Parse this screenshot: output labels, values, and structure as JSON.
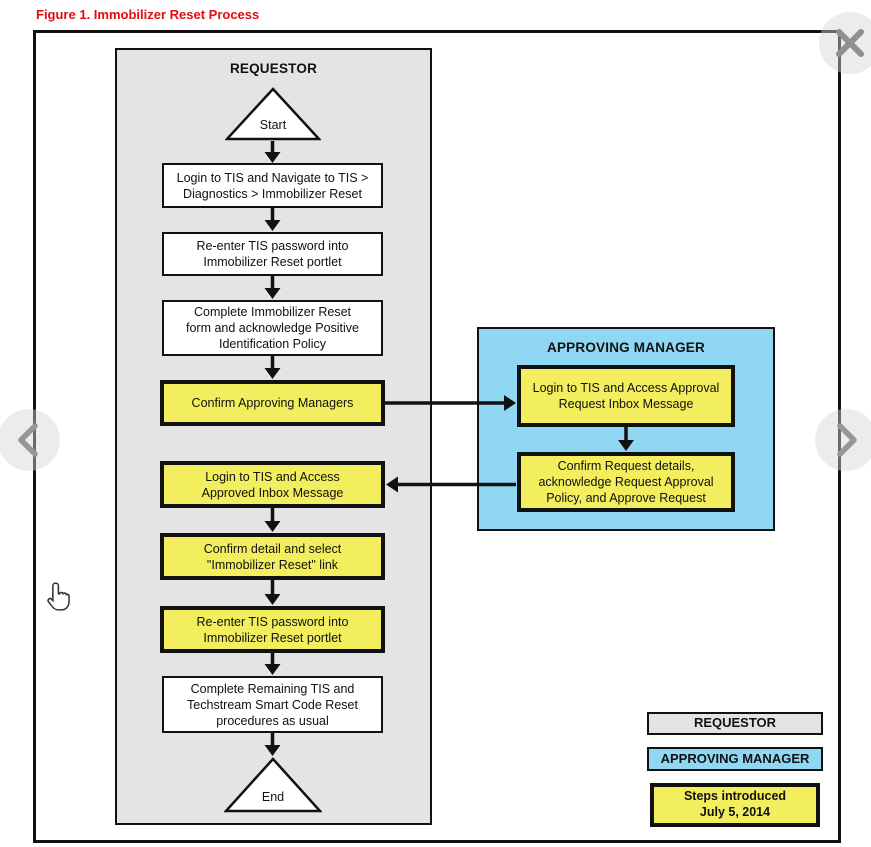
{
  "title": "Figure 1. Immobilizer Reset Process",
  "colors": {
    "title_red": "#e50b12",
    "lane_gray": "#e4e4e4",
    "lane_blue": "#90d7f3",
    "step_yellow": "#f2ee5e",
    "border_black": "#111111",
    "control_gray": "#8f8f8f"
  },
  "lanes": {
    "requestor": {
      "label": "REQUESTOR"
    },
    "approving_manager": {
      "label": "APPROVING MANAGER"
    }
  },
  "flow": {
    "start_label": "Start",
    "end_label": "End",
    "requestor_steps": [
      {
        "text": "Login to TIS and Navigate to TIS > Diagnostics > Immobilizer Reset",
        "style": "white"
      },
      {
        "text": "Re-enter TIS password into Immobilizer Reset portlet",
        "style": "white"
      },
      {
        "text": "Complete Immobilizer Reset form and acknowledge Positive Identification Policy",
        "style": "white"
      },
      {
        "text": "Confirm Approving Managers",
        "style": "yellow"
      },
      {
        "text": "Login to TIS and Access Approved Inbox Message",
        "style": "yellow"
      },
      {
        "text": "Confirm detail and select \"Immobilizer Reset\" link",
        "style": "yellow"
      },
      {
        "text": "Re-enter TIS password into Immobilizer Reset portlet",
        "style": "yellow"
      },
      {
        "text": "Complete Remaining TIS and Techstream Smart Code Reset procedures as usual",
        "style": "white"
      }
    ],
    "approving_manager_steps": [
      {
        "text": "Login to TIS and Access Approval Request Inbox Message",
        "style": "yellow"
      },
      {
        "text": "Confirm Request details, acknowledge Request Approval Policy, and Approve Request",
        "style": "yellow"
      }
    ]
  },
  "legend": {
    "items": [
      {
        "label": "REQUESTOR",
        "style": "gray"
      },
      {
        "label": "APPROVING MANAGER",
        "style": "blue"
      },
      {
        "label": "Steps introduced\nJuly 5, 2014",
        "style": "yellow"
      }
    ]
  },
  "viewer_controls": {
    "close_icon": "✕",
    "prev_icon": "‹",
    "next_icon": "›",
    "cursor_icon": "hand-pointer"
  }
}
